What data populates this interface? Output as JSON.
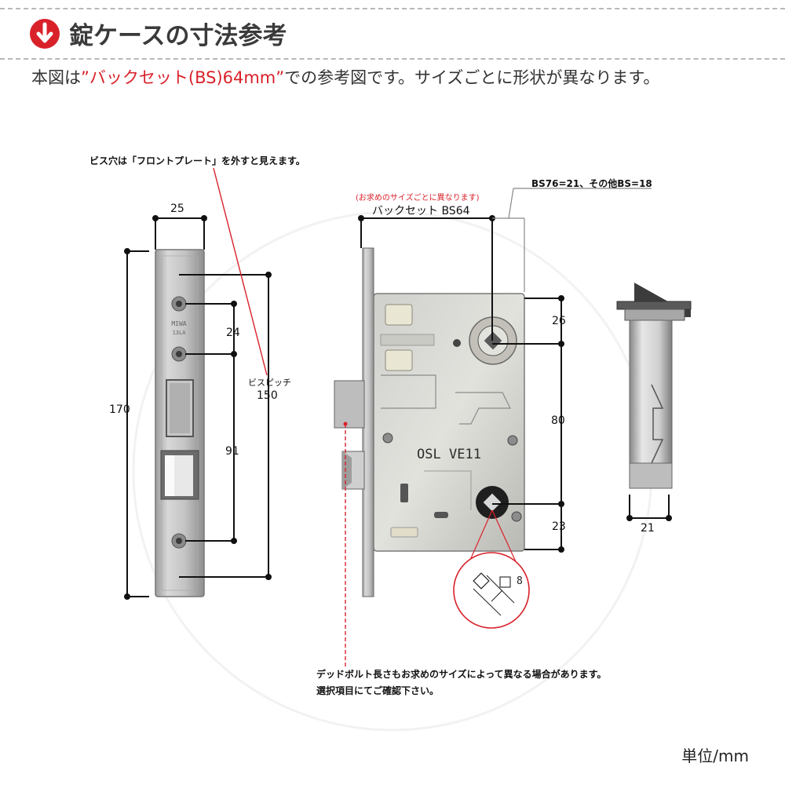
{
  "header": {
    "title": "錠ケースの寸法参考",
    "subtitle_prefix": "本図は",
    "subtitle_highlight": "”バックセット(BS)64mm”",
    "subtitle_suffix": "での参考図です。サイズごとに形状が異なります。"
  },
  "front_plate": {
    "note": "ビス穴は「フロントプレート」を外すと見えます。",
    "width": "25",
    "height": "170",
    "top_pitch": "24",
    "mid_pitch": "91",
    "screw_pitch_label": "ビスピッチ",
    "screw_pitch": "150",
    "engraving_brand": "MIWA",
    "engraving_model": "13LA"
  },
  "case_body": {
    "size_note": "(お求めのサイズごとに異なります)",
    "backset_label": "バックセット BS64",
    "bs_note": "BS76=21、その他BS=18",
    "dim_top": "26",
    "dim_mid": "80",
    "dim_bottom": "23",
    "engraving": "OSL VE11",
    "square_size": "8"
  },
  "side_view": {
    "width": "21"
  },
  "footer": {
    "deadbolt_note_1": "デッドボルト長さもお求めのサイズによって異なる場合があります。",
    "deadbolt_note_2": "選択項目にてご確認下さい。",
    "unit": "単位/mm"
  }
}
